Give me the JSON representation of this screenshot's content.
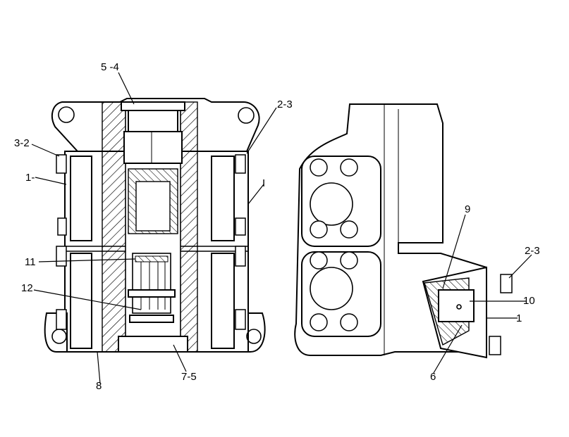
{
  "callouts": {
    "c_5_4": "5 -4",
    "c_2_3_left": "2-3",
    "c_3_2": "3-2",
    "c_1_left": "1-",
    "c_i": "I",
    "c_11": "11",
    "c_12": "12",
    "c_8": "8",
    "c_7_5": "7-5",
    "c_9": "9",
    "c_2_3_right": "2-3",
    "c_10": "10",
    "c_1_right": "1",
    "c_6": "6"
  }
}
